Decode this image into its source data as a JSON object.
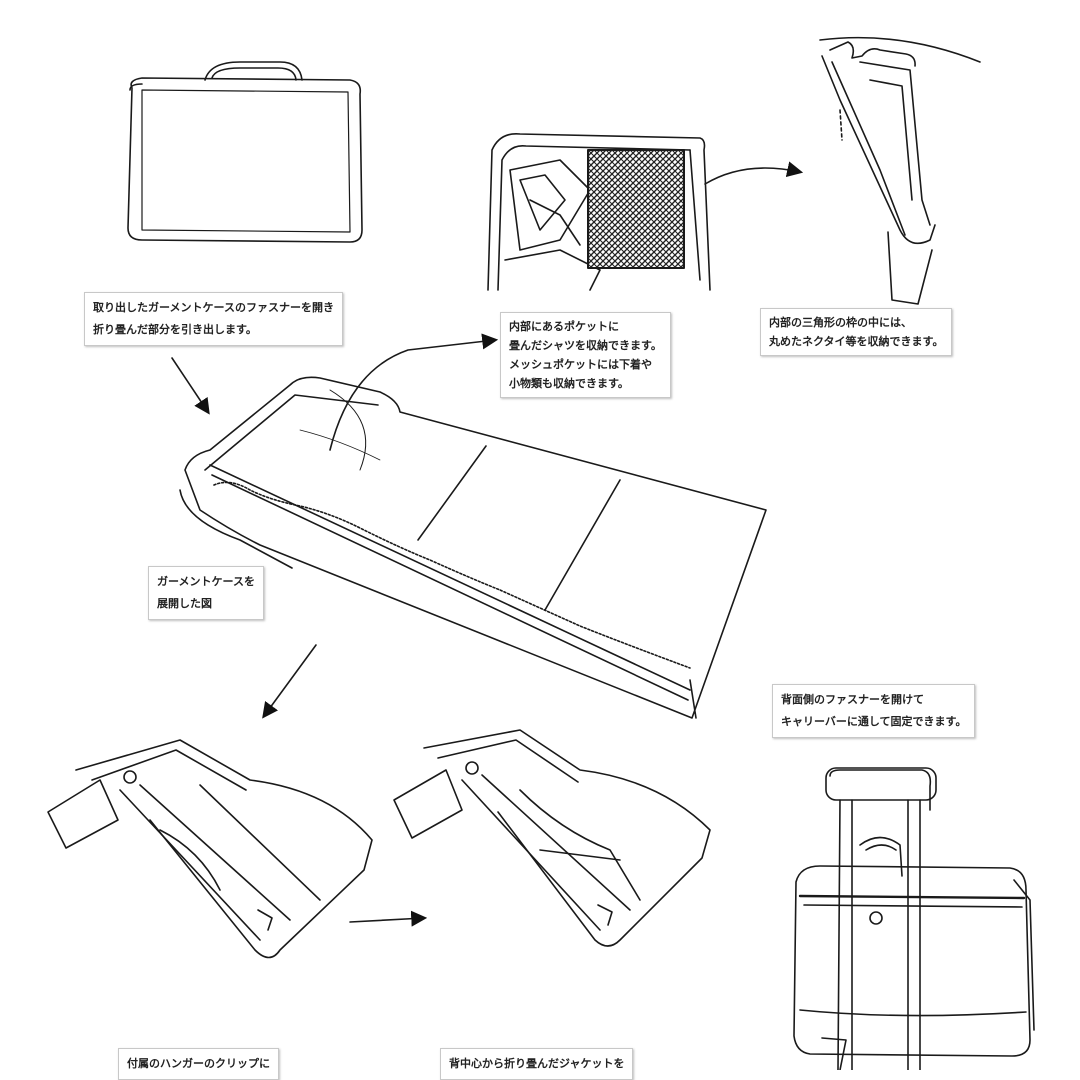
{
  "captions": {
    "open_case": [
      "取り出したガーメントケースのファスナーを開き",
      "折り畳んだ部分を引き出します。"
    ],
    "inner_pocket": [
      "内部にあるポケットに",
      "畳んだシャツを収納できます。",
      "メッシュポケットには下着や",
      "小物類も収納できます。"
    ],
    "triangle_frame": [
      "内部の三角形の枠の中には、",
      "丸めたネクタイ等を収納できます。"
    ],
    "unfolded": [
      "ガーメントケースを",
      "展開した図"
    ],
    "carry_bar": [
      "背面側のファスナーを開けて",
      "キャリーバーに通して固定できます。"
    ],
    "hanger_clip": [
      "付属のハンガーのクリップに"
    ],
    "fold_jacket": [
      "背中心から折り畳んだジャケットを"
    ]
  },
  "colors": {
    "line": "#1a1a1a",
    "mesh": "#333333"
  }
}
